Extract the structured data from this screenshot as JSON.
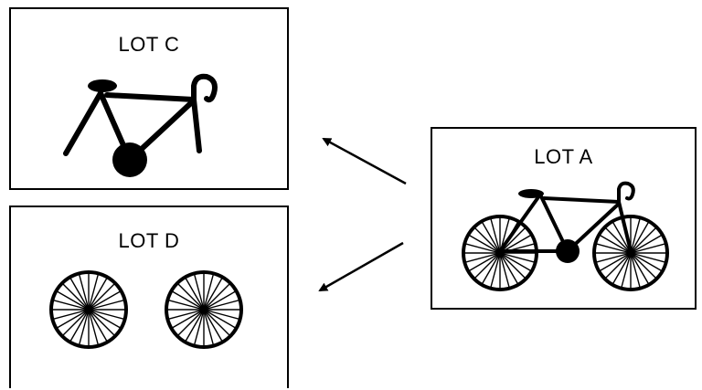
{
  "lots": {
    "c": {
      "title": "LOT C",
      "content": "bicycle-frame-icon"
    },
    "d": {
      "title": "LOT D",
      "content": "bicycle-wheels-icon"
    },
    "a": {
      "title": "LOT A",
      "content": "bicycle-icon"
    }
  },
  "arrows": [
    {
      "from": "LOT A",
      "to": "LOT C"
    },
    {
      "from": "LOT A",
      "to": "LOT D"
    }
  ]
}
